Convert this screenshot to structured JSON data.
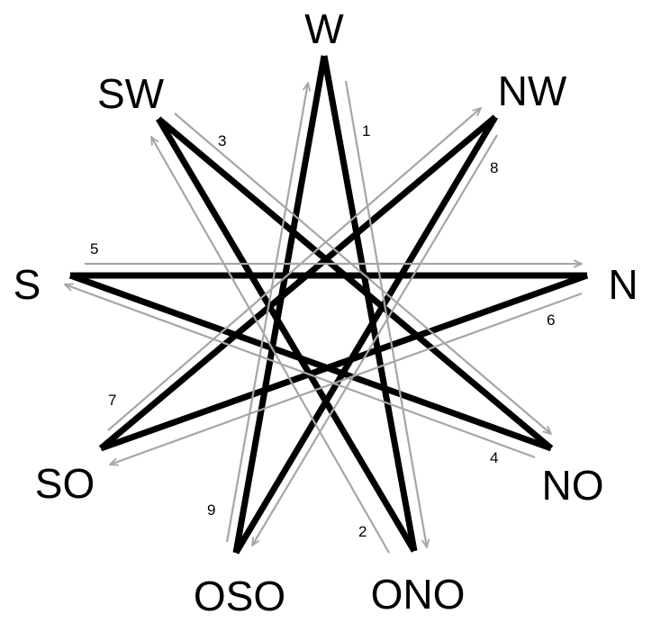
{
  "points": {
    "W": "W",
    "NW": "NW",
    "N": "N",
    "NO": "NO",
    "ONO": "ONO",
    "OSO": "OSO",
    "SO": "SO",
    "S": "S",
    "SW": "SW"
  },
  "steps": {
    "s1": "1",
    "s2": "2",
    "s3": "3",
    "s4": "4",
    "s5": "5",
    "s6": "6",
    "s7": "7",
    "s8": "8",
    "s9": "9"
  },
  "colors": {
    "star_stroke": "#000000",
    "arrow_stroke": "#a6a6a6",
    "background": "#ffffff"
  }
}
